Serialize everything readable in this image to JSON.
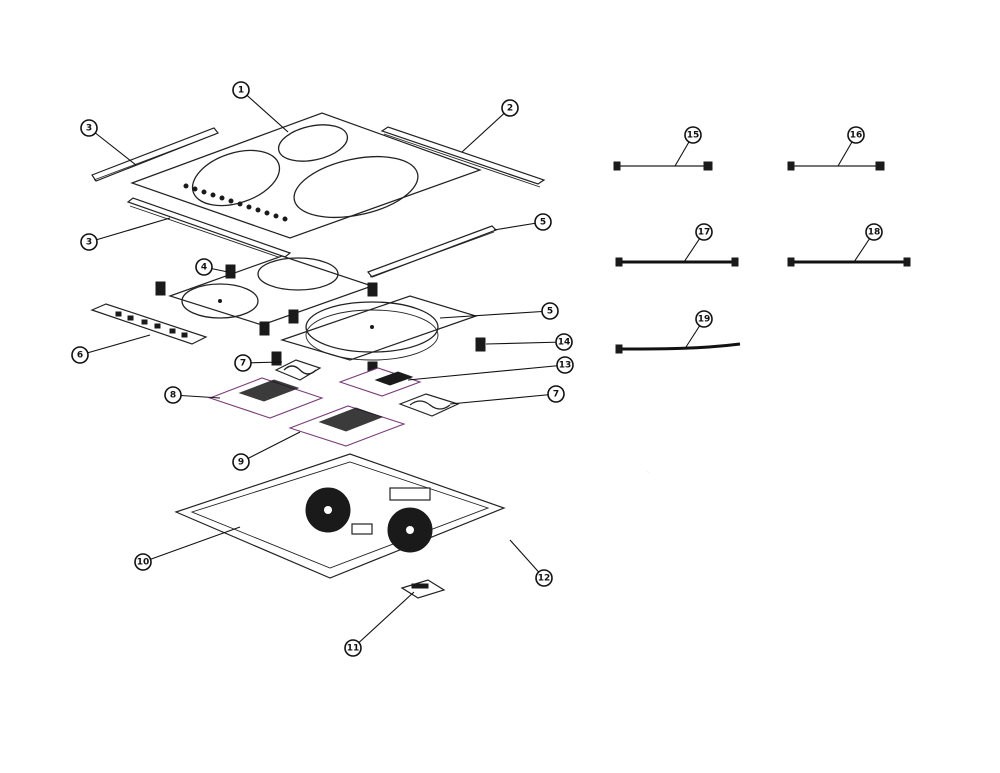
{
  "callouts": [
    {
      "num": "1"
    },
    {
      "num": "2"
    },
    {
      "num": "3"
    },
    {
      "num": "3"
    },
    {
      "num": "4"
    },
    {
      "num": "5"
    },
    {
      "num": "5"
    },
    {
      "num": "6"
    },
    {
      "num": "7"
    },
    {
      "num": "7"
    },
    {
      "num": "8"
    },
    {
      "num": "9"
    },
    {
      "num": "10"
    },
    {
      "num": "11"
    },
    {
      "num": "12"
    },
    {
      "num": "13"
    },
    {
      "num": "14"
    },
    {
      "num": "15"
    },
    {
      "num": "16"
    },
    {
      "num": "17"
    },
    {
      "num": "18"
    },
    {
      "num": "19"
    }
  ]
}
